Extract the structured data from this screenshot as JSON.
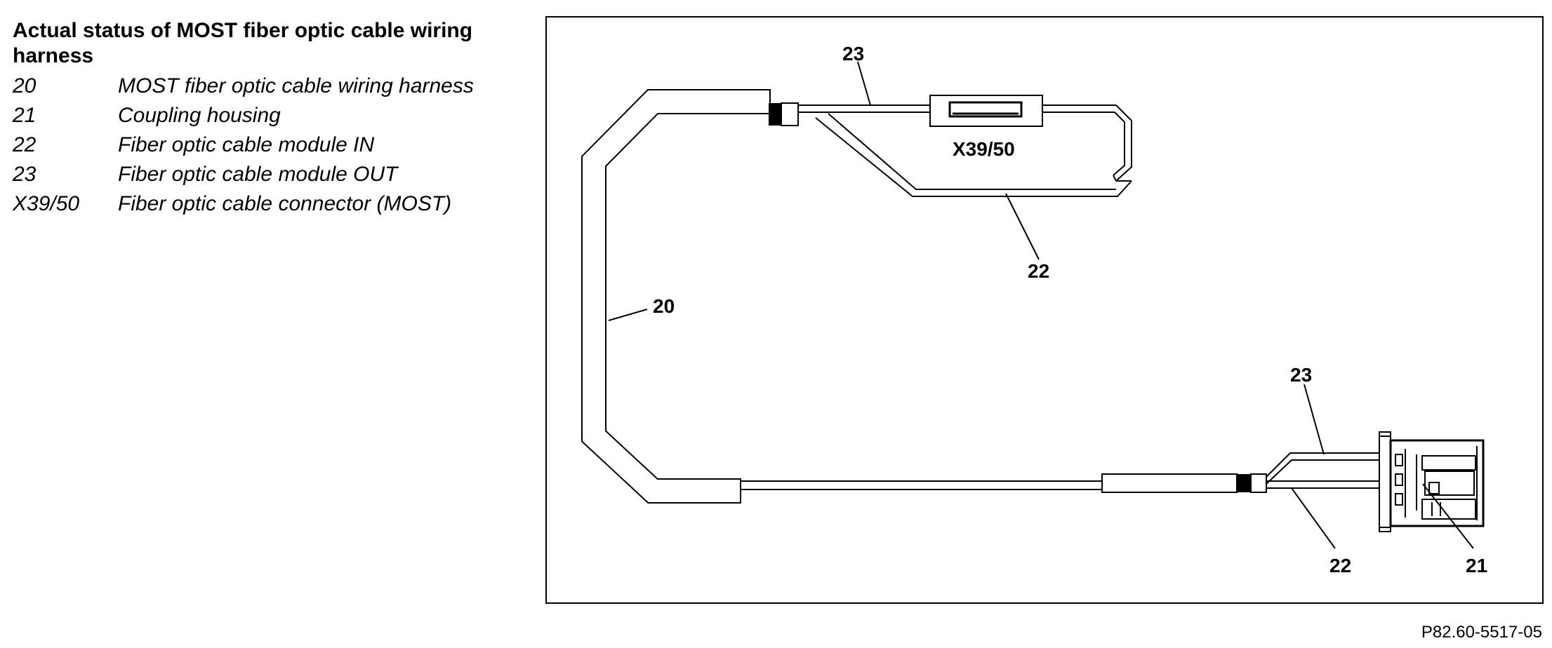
{
  "legend": {
    "title": "Actual status of MOST fiber optic cable wiring harness",
    "items": [
      {
        "code": "20",
        "desc": "MOST fiber optic cable wiring harness"
      },
      {
        "code": "21",
        "desc": "Coupling housing"
      },
      {
        "code": "22",
        "desc": "Fiber optic cable module IN"
      },
      {
        "code": "23",
        "desc": "Fiber optic cable module OUT"
      },
      {
        "code": "X39/50",
        "desc": "Fiber optic cable connector (MOST)"
      }
    ]
  },
  "diagram": {
    "connector_label": "X39/50",
    "callouts": {
      "c20": "20",
      "c21": "21",
      "c22_top": "22",
      "c22_bottom": "22",
      "c23_top": "23",
      "c23_bottom": "23"
    }
  },
  "figure_id": "P82.60-5517-05"
}
